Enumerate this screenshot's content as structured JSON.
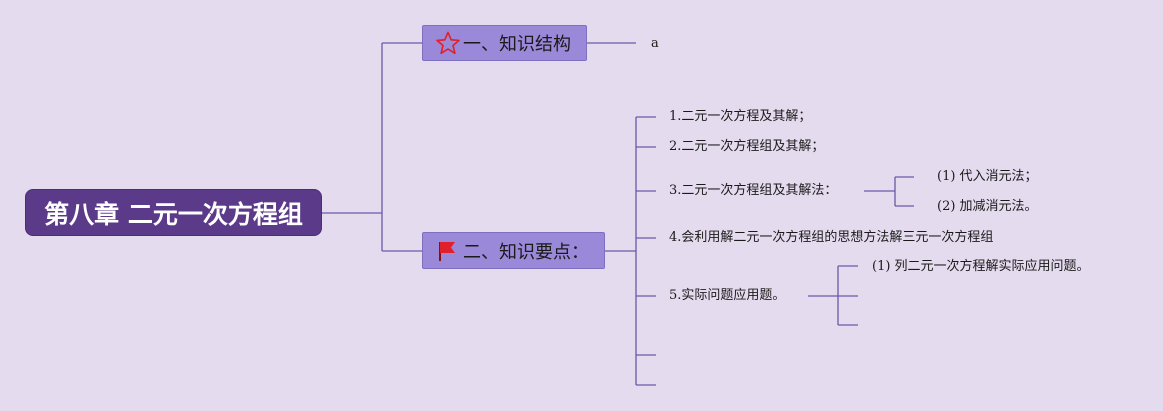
{
  "root": {
    "title": "第八章 二元一次方程组"
  },
  "branches": [
    {
      "label": "一、知识结构",
      "icon": "star-icon",
      "leaf": "a"
    },
    {
      "label": "二、知识要点：",
      "icon": "red-flag-icon",
      "points": [
        {
          "text": "1.二元一次方程及其解；"
        },
        {
          "text": "2.二元一次方程组及其解；"
        },
        {
          "text": "3.二元一次方程组及其解法：",
          "sub": [
            "(1)  代入消元法；",
            "(2)  加减消元法。"
          ]
        },
        {
          "text": "4.会利用解二元一次方程组的思想方法解三元一次方程组"
        },
        {
          "text": "5.实际问题应用题。",
          "sub": [
            "(1) 列二元一次方程解实际应用问题。"
          ]
        }
      ]
    }
  ],
  "colors": {
    "background": "#e4dbee",
    "root": "#5b3a8a",
    "branch": "#9a88d8",
    "line": "#6a5aa8"
  }
}
